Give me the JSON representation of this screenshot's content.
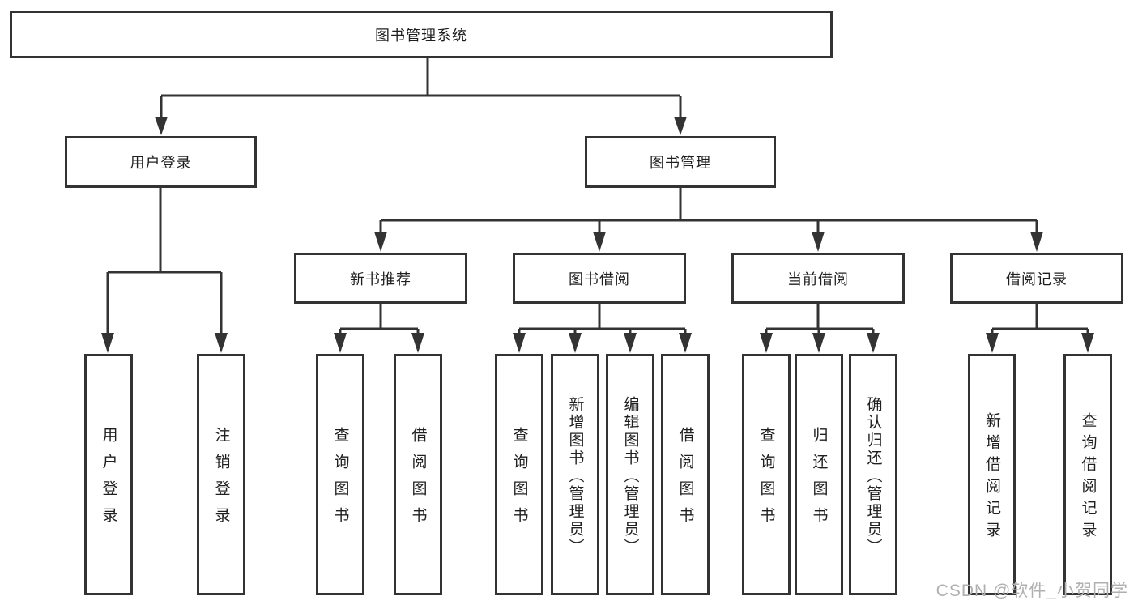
{
  "colors": {
    "line": "#333333",
    "text": "#1f1f1f",
    "wm": "#b0b0b0",
    "bg": "#ffffff"
  },
  "watermark": {
    "text": "CSDN @软件_小贺同学"
  },
  "tree": {
    "label": "图书管理系统",
    "children": [
      {
        "label": "用户登录",
        "children": [
          {
            "label": "用户登录"
          },
          {
            "label": "注销登录"
          }
        ]
      },
      {
        "label": "图书管理",
        "children": [
          {
            "label": "新书推荐",
            "children": [
              {
                "label": "查询图书"
              },
              {
                "label": "借阅图书"
              }
            ]
          },
          {
            "label": "图书借阅",
            "children": [
              {
                "label": "查询图书"
              },
              {
                "label": "新增图书（管理员）"
              },
              {
                "label": "编辑图书（管理员）"
              },
              {
                "label": "借阅图书"
              }
            ]
          },
          {
            "label": "当前借阅",
            "children": [
              {
                "label": "查询图书"
              },
              {
                "label": "归还图书"
              },
              {
                "label": "确认归还（管理员）"
              }
            ]
          },
          {
            "label": "借阅记录",
            "children": [
              {
                "label": "新增借阅记录"
              },
              {
                "label": "查询借阅记录"
              }
            ]
          }
        ]
      }
    ]
  }
}
